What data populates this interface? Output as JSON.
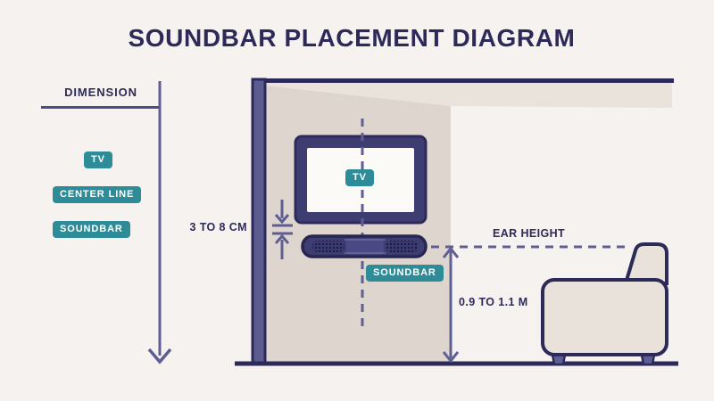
{
  "title": "SOUNDBAR PLACEMENT DIAGRAM",
  "colors": {
    "background": "#f6f2ef",
    "navy_outline": "#2d2a5a",
    "slate_line": "#5e5e94",
    "teal_badge": "#2e8c99",
    "wall_face_beige": "#ddd5ce",
    "ceiling_beige": "#eae3dc",
    "device_fill": "#3e3d72",
    "screen_white": "#fcfaf7",
    "couch_fill": "#e8e2db"
  },
  "legend": {
    "heading": "DIMENSION",
    "items": [
      {
        "label": "TV"
      },
      {
        "label": "CENTER LINE"
      },
      {
        "label": "SOUNDBAR"
      }
    ]
  },
  "diagram": {
    "tv_label": "TV",
    "soundbar_label": "SOUNDBAR",
    "ear_height_label": "EAR HEIGHT",
    "gap_dimension": "3 TO 8 CM",
    "height_dimension": "0.9 TO 1.1 M"
  }
}
